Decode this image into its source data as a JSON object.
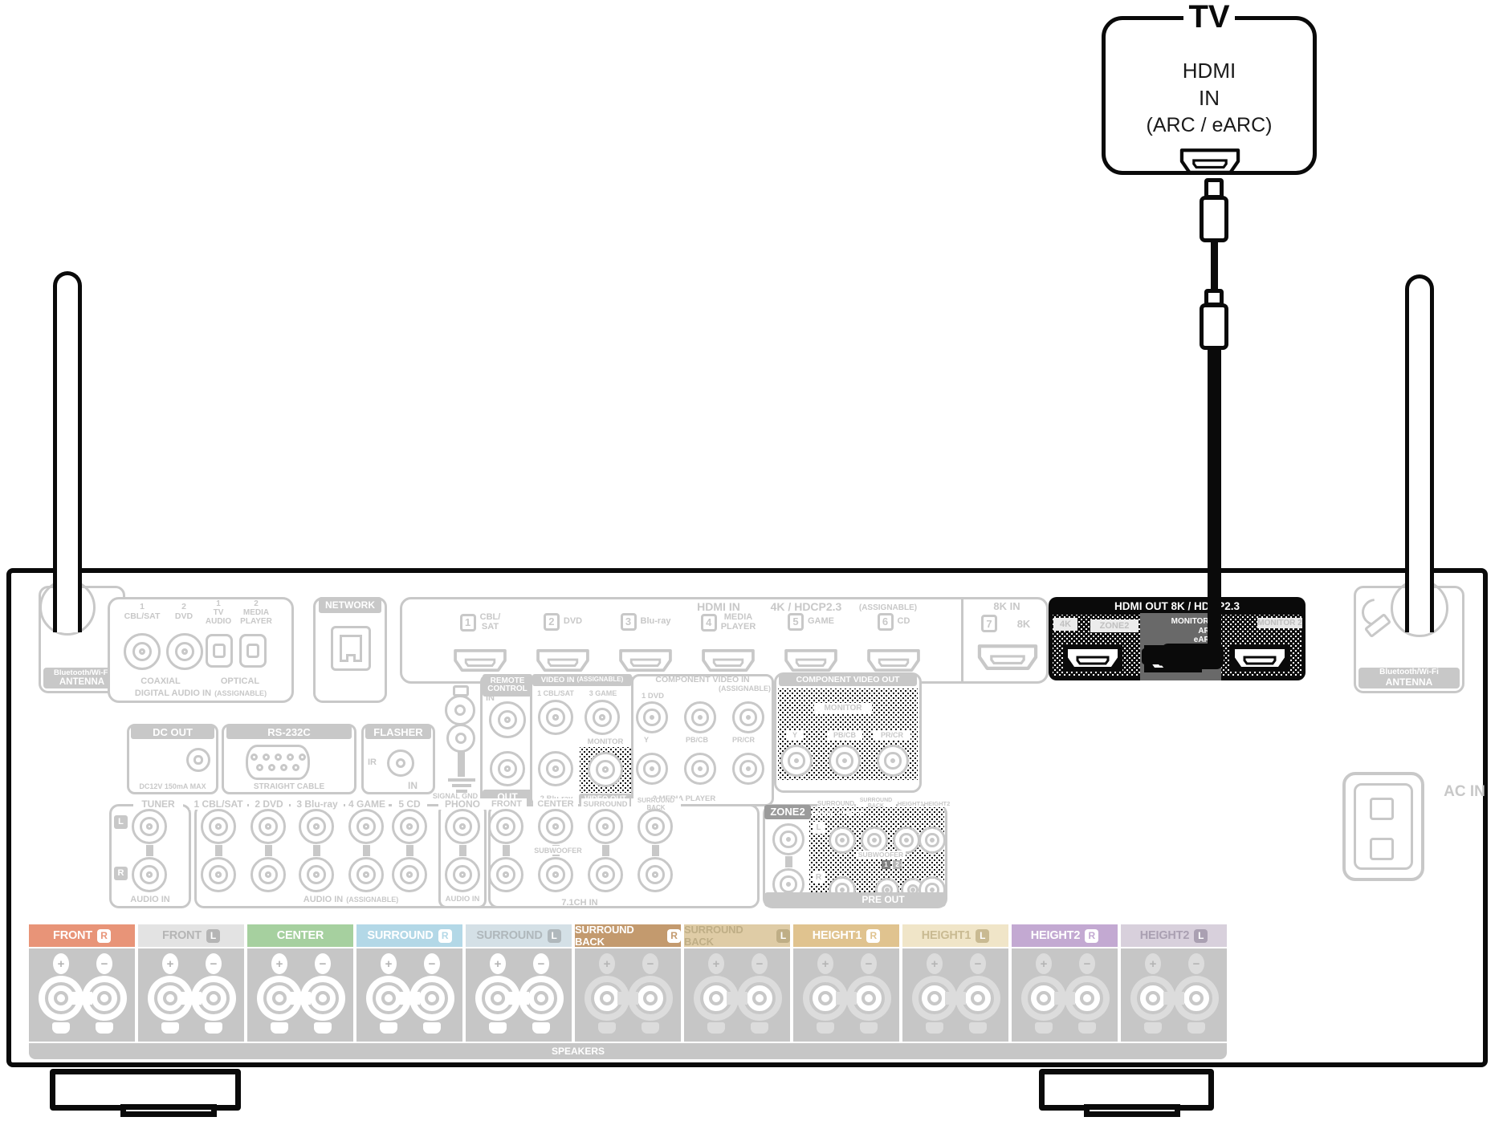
{
  "tv": {
    "title": "TV",
    "line1": "HDMI",
    "line2": "IN",
    "line3": "(ARC / eARC)"
  },
  "antenna": {
    "line1": "Bluetooth/Wi-Fi",
    "line2": "ANTENNA"
  },
  "ac_in": {
    "label": "AC IN"
  },
  "digital_audio_in": {
    "title": "DIGITAL AUDIO IN",
    "assignable": "(ASSIGNABLE)",
    "coaxial": "COAXIAL",
    "optical": "OPTICAL",
    "ports": [
      {
        "num": "1",
        "l1": "CBL/SAT",
        "l2": ""
      },
      {
        "num": "2",
        "l1": "DVD",
        "l2": ""
      },
      {
        "num": "1",
        "l1": "TV",
        "l2": "AUDIO"
      },
      {
        "num": "2",
        "l1": "MEDIA",
        "l2": "PLAYER"
      }
    ]
  },
  "network": {
    "title": "NETWORK"
  },
  "hdmi_in": {
    "title": "HDMI IN",
    "spec": "4K / HDCP2.3",
    "assignable": "(ASSIGNABLE)",
    "ports": [
      {
        "num": "1",
        "l1": "CBL/",
        "l2": "SAT"
      },
      {
        "num": "2",
        "l1": "DVD",
        "l2": ""
      },
      {
        "num": "3",
        "l1": "Blu-ray",
        "l2": ""
      },
      {
        "num": "4",
        "l1": "MEDIA",
        "l2": "PLAYER"
      },
      {
        "num": "5",
        "l1": "GAME",
        "l2": ""
      },
      {
        "num": "6",
        "l1": "CD",
        "l2": ""
      }
    ]
  },
  "in8k": {
    "title": "8K IN",
    "num": "7",
    "label": "8K"
  },
  "hdmi_out": {
    "title": "HDMI OUT 8K / HDCP2.3",
    "tag_4k": "4K",
    "tag_zone2": "ZONE2",
    "monitor1": "MONITOR 1",
    "arc": "ARC",
    "earc": "eARC",
    "monitor2": "MONITOR 2"
  },
  "remote": {
    "l1": "REMOTE",
    "l2": "CONTROL",
    "in_label": "IN",
    "out_label": "OUT"
  },
  "video_in": {
    "title": "VIDEO IN",
    "assignable": "(ASSIGNABLE)",
    "p1": "1 CBL/SAT",
    "p3": "3 GAME",
    "p2": "2 Blu-ray",
    "monitor": "MONITOR",
    "video_out": "VIDEO OUT"
  },
  "component_in": {
    "title": "COMPONENT VIDEO IN",
    "assignable": "(ASSIGNABLE)",
    "p1": "1 DVD",
    "p2": "2 MEDIA PLAYER",
    "y": "Y",
    "pb": "PB/CB",
    "pr": "PR/CR"
  },
  "component_out": {
    "title": "COMPONENT VIDEO OUT",
    "monitor": "MONITOR",
    "y": "Y",
    "pb": "PB/CB",
    "pr": "PR/CR"
  },
  "dc_out": {
    "title": "DC OUT",
    "spec": "DC12V 150mA MAX"
  },
  "rs232c": {
    "title": "RS-232C",
    "spec": "STRAIGHT CABLE"
  },
  "flasher": {
    "title": "FLASHER",
    "ir": "IR",
    "in_label": "IN"
  },
  "signal_gnd": {
    "label": "SIGNAL GND"
  },
  "tuner": {
    "title": "TUNER",
    "l": "L",
    "r": "R",
    "bottom": "AUDIO IN"
  },
  "audio_in": {
    "cols": [
      "1 CBL/SAT",
      "2 DVD",
      "3 Blu-ray",
      "4 GAME",
      "5 CD"
    ],
    "bottom": "AUDIO IN",
    "assignable": "(ASSIGNABLE)"
  },
  "phono": {
    "title": "PHONO",
    "bottom": "AUDIO IN"
  },
  "ch71": {
    "cols": [
      "FRONT",
      "CENTER",
      "SURROUND",
      "SURROUND BACK"
    ],
    "sub": "SUBWOOFER",
    "bottom": "7.1CH IN"
  },
  "zone2": {
    "title": "ZONE2"
  },
  "pre_out": {
    "cols": [
      "FRONT",
      "CENTER",
      "SURROUND",
      "SURROUND BACK",
      "HEIGHT1",
      "HEIGHT2"
    ],
    "sub": "SUBWOOFER",
    "s1": "1",
    "s2": "2",
    "l": "L",
    "r": "R",
    "bottom": "PRE OUT"
  },
  "speakers": {
    "bar": "SPEAKERS",
    "plus": "+",
    "minus": "−",
    "channels": [
      {
        "name": "FRONT",
        "ch": "R",
        "bg": "#e89478",
        "fg": "#ffffff",
        "chip_bg": "#ffffff",
        "chip_fg": "#e89478"
      },
      {
        "name": "FRONT",
        "ch": "L",
        "bg": "#e3e3e3",
        "fg": "#b5b5b5",
        "chip_bg": "#b5b5b5",
        "chip_fg": "#ffffff"
      },
      {
        "name": "CENTER",
        "ch": "",
        "bg": "#a6d09f",
        "fg": "#ffffff",
        "chip_bg": "#ffffff",
        "chip_fg": "#a6d09f"
      },
      {
        "name": "SURROUND",
        "ch": "R",
        "bg": "#b3d8e7",
        "fg": "#ffffff",
        "chip_bg": "#ffffff",
        "chip_fg": "#b3d8e7"
      },
      {
        "name": "SURROUND",
        "ch": "L",
        "bg": "#d4e0e6",
        "fg": "#b0b8bc",
        "chip_bg": "#b0b8bc",
        "chip_fg": "#ffffff"
      },
      {
        "name": "SURROUND BACK",
        "ch": "R",
        "bg": "#c39a6e",
        "fg": "#ffffff",
        "chip_bg": "#ffffff",
        "chip_fg": "#c39a6e"
      },
      {
        "name": "SURROUND BACK",
        "ch": "L",
        "bg": "#dfcca6",
        "fg": "#bfae86",
        "chip_bg": "#bfae86",
        "chip_fg": "#ffffff"
      },
      {
        "name": "HEIGHT1",
        "ch": "R",
        "bg": "#e0c38f",
        "fg": "#ffffff",
        "chip_bg": "#ffffff",
        "chip_fg": "#e0c38f"
      },
      {
        "name": "HEIGHT1",
        "ch": "L",
        "bg": "#f0e5c8",
        "fg": "#c9ba92",
        "chip_bg": "#c9ba92",
        "chip_fg": "#ffffff"
      },
      {
        "name": "HEIGHT2",
        "ch": "R",
        "bg": "#c3a9d2",
        "fg": "#ffffff",
        "chip_bg": "#ffffff",
        "chip_fg": "#c3a9d2"
      },
      {
        "name": "HEIGHT2",
        "ch": "L",
        "bg": "#d8d0dc",
        "fg": "#aaa0b2",
        "chip_bg": "#aaa0b2",
        "chip_fg": "#ffffff"
      }
    ]
  }
}
